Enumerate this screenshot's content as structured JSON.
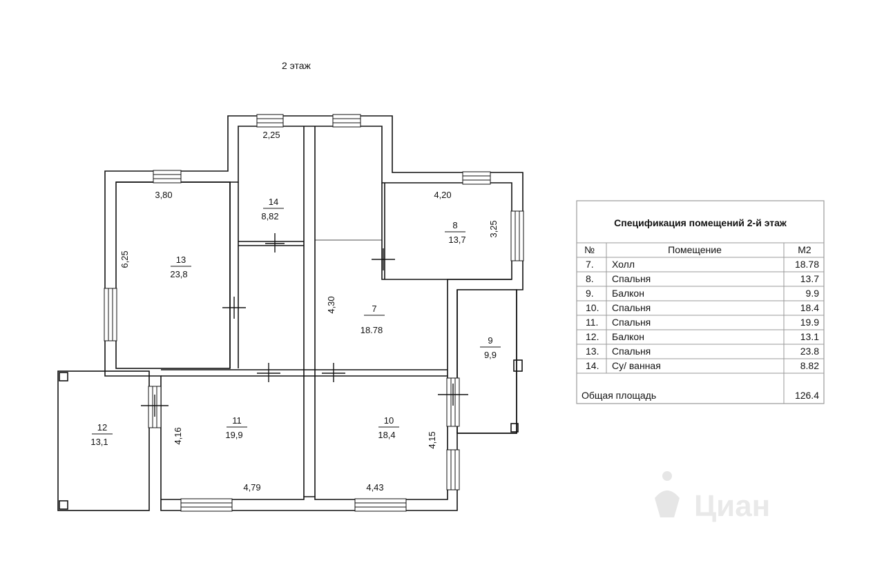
{
  "floor_title": "2 этаж",
  "plan": {
    "rooms": [
      {
        "num": "7",
        "area": "18.78"
      },
      {
        "num": "8",
        "area": "13,7"
      },
      {
        "num": "9",
        "area": "9,9"
      },
      {
        "num": "10",
        "area": "18,4"
      },
      {
        "num": "11",
        "area": "19,9"
      },
      {
        "num": "12",
        "area": "13,1"
      },
      {
        "num": "13",
        "area": "23,8"
      },
      {
        "num": "14",
        "area": "8,82"
      }
    ],
    "dims": [
      "2,25",
      "3,80",
      "6,25",
      "4,20",
      "3,25",
      "4,30",
      "4,16",
      "4,79",
      "4,43",
      "4,15"
    ]
  },
  "spec": {
    "title": "Спецификация помещений 2-й этаж",
    "headers": [
      "№",
      "Помещение",
      "М2"
    ],
    "rows": [
      [
        "7.",
        "Холл",
        "18.78"
      ],
      [
        "8.",
        "Спальня",
        "13.7"
      ],
      [
        "9.",
        "Балкон",
        "9.9"
      ],
      [
        "10.",
        "Спальня",
        "18.4"
      ],
      [
        "11.",
        "Спальня",
        "19.9"
      ],
      [
        "12.",
        "Балкон",
        "13.1"
      ],
      [
        "13.",
        "Спальня",
        "23.8"
      ],
      [
        "14.",
        "Су/ ванная",
        "8.82"
      ]
    ],
    "total_label": "Общая площадь",
    "total_value": "126.4"
  },
  "watermark": "Циан"
}
